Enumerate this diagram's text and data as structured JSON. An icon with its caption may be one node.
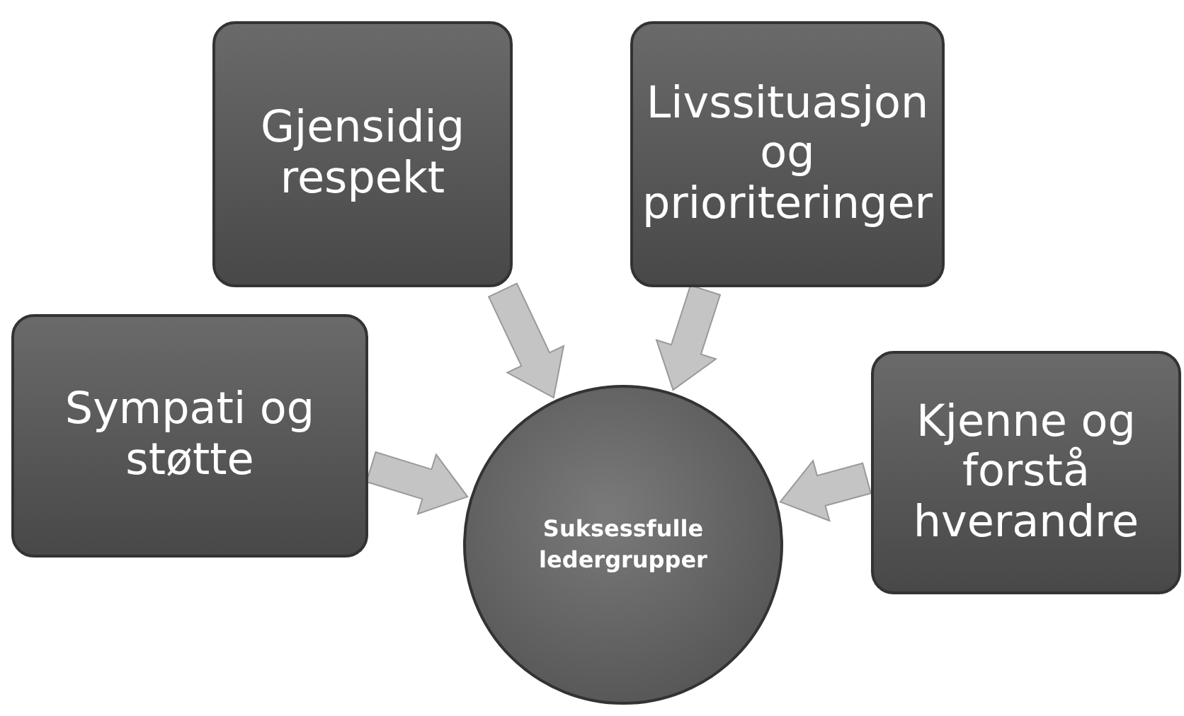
{
  "diagram": {
    "nodes": [
      {
        "text": [
          "Gjensidig respekt"
        ]
      },
      {
        "text": [
          "Livssituasjon og prioriteringer"
        ]
      },
      {
        "text": [
          "Sympati og støtte"
        ]
      },
      {
        "text": [
          "Kjenne og forstå hverandre"
        ]
      },
      {
        "text": [
          "Suksessfulle ledergrupper"
        ]
      }
    ],
    "edges": [
      {
        "from": 0,
        "to": 4,
        "arrow": "to"
      },
      {
        "from": 1,
        "to": 4,
        "arrow": "to"
      },
      {
        "from": 2,
        "to": 4,
        "arrow": "to"
      },
      {
        "from": 3,
        "to": 4,
        "arrow": "to"
      }
    ]
  }
}
